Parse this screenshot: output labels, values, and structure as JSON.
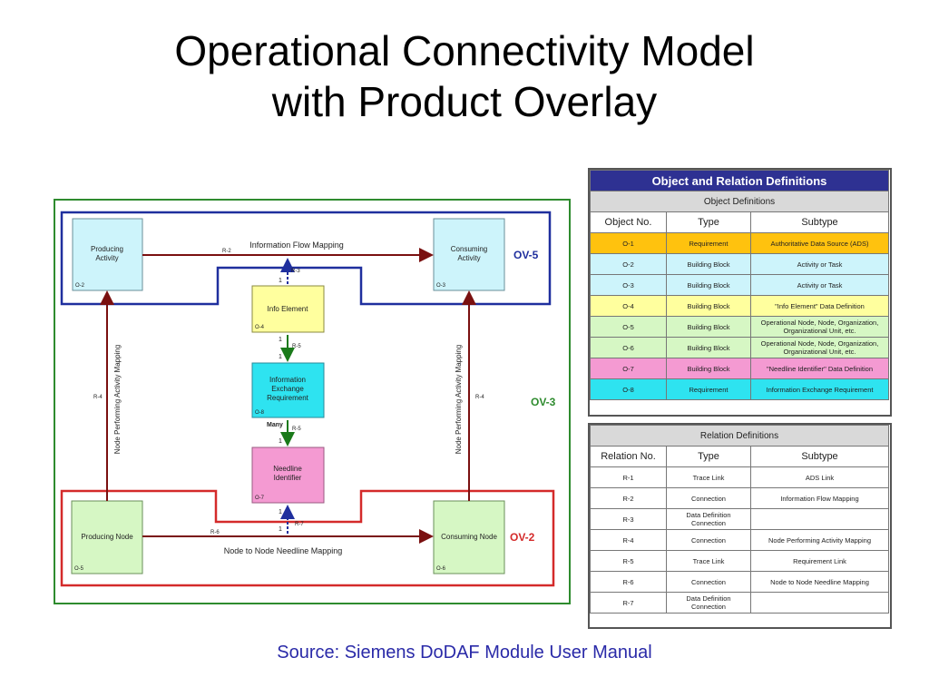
{
  "title": {
    "line1": "Operational Connectivity Model",
    "line2": "with Product Overlay"
  },
  "source": "Source: Siemens DoDAF Module User Manual",
  "diagram": {
    "nodes": {
      "producing_activity": {
        "label1": "Producing",
        "label2": "Activity",
        "id": "O-2",
        "color": "#cdf4fb"
      },
      "consuming_activity": {
        "label1": "Consuming",
        "label2": "Activity",
        "id": "O-3",
        "color": "#cdf4fb"
      },
      "info_element": {
        "label1": "Info Element",
        "id": "O-4",
        "color": "#ffff9e"
      },
      "info_exchange": {
        "label1": "Information",
        "label2": "Exchange",
        "label3": "Requirement",
        "id": "O-8",
        "color": "#2ee3f0"
      },
      "needline": {
        "label1": "Needline",
        "label2": "Identifier",
        "id": "O-7",
        "color": "#f49ad2"
      },
      "producing_node": {
        "label1": "Producing Node",
        "id": "O-5",
        "color": "#d6f7c4"
      },
      "consuming_node": {
        "label1": "Consuming Node",
        "id": "O-6",
        "color": "#d6f7c4"
      }
    },
    "edges": {
      "info_flow": "Information Flow Mapping",
      "node_to_node": "Node to Node Needline Mapping",
      "node_perf_left": "Node Performing Activity Mapping",
      "node_perf_right": "Node Performing Activity Mapping"
    },
    "rel_tags": {
      "r2": "R-2",
      "r3": "R-3",
      "r4_left": "R-4",
      "r4_right": "R-4",
      "r5_a": "R-5",
      "r5_b": "R-5",
      "r6": "R-6",
      "r7": "R-7"
    },
    "multiplicity": {
      "m1": "1",
      "m2": "1",
      "m3": "1",
      "m4": "Many",
      "m5": "1",
      "m6": "1",
      "m7": "1"
    },
    "overlays": {
      "ov5": "OV-5",
      "ov3": "OV-3",
      "ov2": "OV-2"
    },
    "colors": {
      "ov5": "#1f2f9e",
      "ov3": "#2e8b2e",
      "ov2": "#d42a2a",
      "arrow": "#7a1010"
    }
  },
  "table": {
    "title": "Object and Relation Definitions",
    "object_section": "Object Definitions",
    "object_headers": [
      "Object No.",
      "Type",
      "Subtype"
    ],
    "objects": [
      {
        "no": "O-1",
        "type": "Requirement",
        "subtype": "Authoritative Data Source (ADS)",
        "color": "#ffc20e"
      },
      {
        "no": "O-2",
        "type": "Building Block",
        "subtype": "Activity or Task",
        "color": "#cdf4fb"
      },
      {
        "no": "O-3",
        "type": "Building Block",
        "subtype": "Activity or Task",
        "color": "#cdf4fb"
      },
      {
        "no": "O-4",
        "type": "Building Block",
        "subtype": "\"Info Element\" Data Definition",
        "color": "#ffff9e"
      },
      {
        "no": "O-5",
        "type": "Building Block",
        "subtype": "Operational Node, Node, Organization, Organizational Unit, etc.",
        "color": "#d6f7c4"
      },
      {
        "no": "O-6",
        "type": "Building Block",
        "subtype": "Operational Node, Node, Organization, Organizational Unit, etc.",
        "color": "#d6f7c4"
      },
      {
        "no": "O-7",
        "type": "Building Block",
        "subtype": "\"Needline Identifier\" Data Definition",
        "color": "#f49ad2"
      },
      {
        "no": "O-8",
        "type": "Requirement",
        "subtype": "Information Exchange Requirement",
        "color": "#2ee3f0"
      }
    ],
    "relation_section": "Relation Definitions",
    "relation_headers": [
      "Relation No.",
      "Type",
      "Subtype"
    ],
    "relations": [
      {
        "no": "R-1",
        "type": "Trace Link",
        "subtype": "ADS Link"
      },
      {
        "no": "R-2",
        "type": "Connection",
        "subtype": "Information Flow Mapping"
      },
      {
        "no": "R-3",
        "type": "Data Definition Connection",
        "subtype": ""
      },
      {
        "no": "R-4",
        "type": "Connection",
        "subtype": "Node Performing Activity Mapping"
      },
      {
        "no": "R-5",
        "type": "Trace Link",
        "subtype": "Requirement Link"
      },
      {
        "no": "R-6",
        "type": "Connection",
        "subtype": "Node to Node Needline Mapping"
      },
      {
        "no": "R-7",
        "type": "Data Definition Connection",
        "subtype": ""
      }
    ]
  }
}
